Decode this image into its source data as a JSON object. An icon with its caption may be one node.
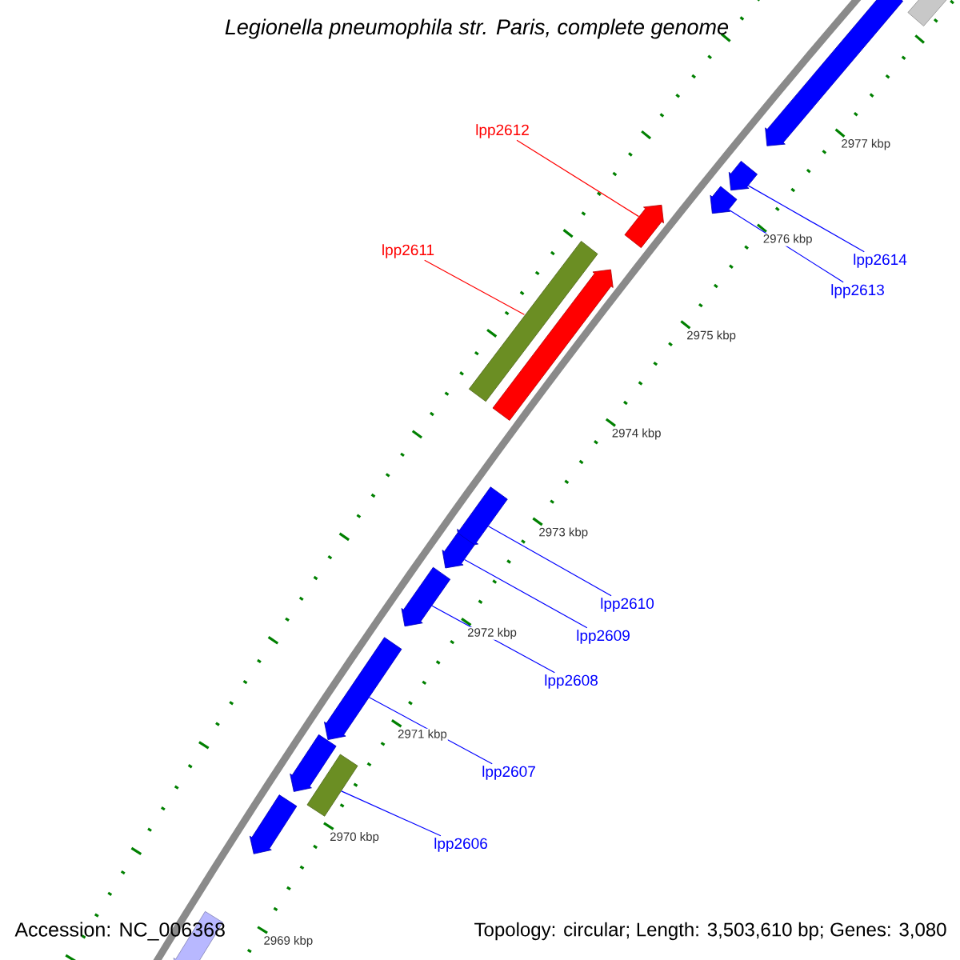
{
  "diagram": {
    "title": "Legionella pneumophila str. Paris, complete genome",
    "nodes": [
      {
        "text": [
          "lpp2612"
        ]
      },
      {
        "text": [
          "lpp2611"
        ]
      },
      {
        "text": [
          "lpp2614"
        ]
      },
      {
        "text": [
          "lpp2613"
        ]
      },
      {
        "text": [
          "lpp2610"
        ]
      },
      {
        "text": [
          "lpp2609"
        ]
      },
      {
        "text": [
          "lpp2608"
        ]
      },
      {
        "text": [
          "lpp2607"
        ]
      },
      {
        "text": [
          "lpp2606"
        ]
      },
      {
        "text": [],
        "shape": "bar"
      },
      {
        "text": [],
        "shape": "bar"
      },
      {
        "text": [],
        "shape": "bar"
      },
      {
        "text": [],
        "shape": "bar"
      },
      {
        "text": [],
        "shape": "bar"
      },
      {
        "text": [],
        "shape": "bar"
      },
      {
        "text": [],
        "shape": "bar"
      },
      {
        "text": [],
        "shape": "bar"
      },
      {
        "text": [],
        "shape": "bar"
      },
      {
        "text": [],
        "shape": "bar"
      },
      {
        "text": [],
        "shape": "bar"
      },
      {
        "text": [],
        "shape": "bar"
      },
      {
        "text": [],
        "shape": "bar"
      },
      {
        "text": [],
        "shape": "bar"
      },
      {
        "text": [],
        "shape": "bar"
      }
    ],
    "edges": [
      {
        "from": 0,
        "to": 13,
        "arrow": "none",
        "color": "#ff0000"
      },
      {
        "from": 1,
        "to": 14,
        "arrow": "none",
        "color": "#ff0000"
      },
      {
        "from": 2,
        "to": 11,
        "arrow": "none"
      },
      {
        "from": 3,
        "to": 12,
        "arrow": "none"
      },
      {
        "from": 4,
        "to": 16,
        "arrow": "none"
      },
      {
        "from": 5,
        "to": 17,
        "arrow": "none"
      },
      {
        "from": 6,
        "to": 18,
        "arrow": "none"
      },
      {
        "from": 7,
        "to": 19,
        "arrow": "none"
      },
      {
        "from": 8,
        "to": 21,
        "arrow": "none"
      }
    ],
    "labels": [
      "2977 kbp",
      "2976 kbp",
      "2975 kbp",
      "2974 kbp",
      "2973 kbp",
      "2972 kbp",
      "2971 kbp",
      "2970 kbp",
      "2969 kbp",
      "Accession: NC_006368",
      "Topology: circular; Length: 3,503,610 bp; Genes: 3,080"
    ]
  }
}
